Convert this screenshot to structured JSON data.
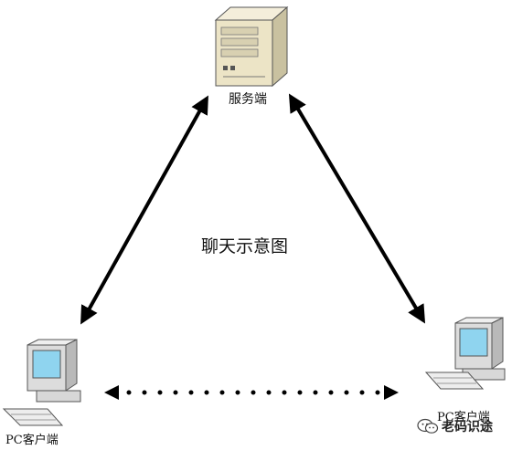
{
  "diagram": {
    "title": "聊天示意图",
    "nodes": {
      "server": {
        "label": "服务端",
        "icon": "server-icon"
      },
      "client_left": {
        "label": "PC客户端",
        "icon": "pc-icon"
      },
      "client_right": {
        "label": "PC客户端",
        "icon": "pc-icon"
      }
    },
    "edges": [
      {
        "from": "server",
        "to": "client_left",
        "style": "solid",
        "direction": "both"
      },
      {
        "from": "server",
        "to": "client_right",
        "style": "solid",
        "direction": "both"
      },
      {
        "from": "client_left",
        "to": "client_right",
        "style": "dotted",
        "direction": "both"
      }
    ],
    "watermark": {
      "text": "老码识途",
      "icon": "wechat-icon"
    }
  },
  "colors": {
    "arrow": "#000000",
    "background": "#ffffff",
    "server_body": "#ece4c6",
    "monitor_screen": "#8fd4ef"
  }
}
